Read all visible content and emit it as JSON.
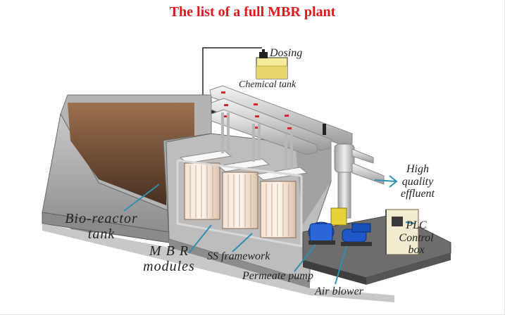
{
  "title": "The list of a full MBR plant",
  "labels": {
    "dosing": "Dosing",
    "chemical_tank": "Chemical tank",
    "bio_reactor_tank_line1": "Bio-reactor",
    "bio_reactor_tank_line2": "tank",
    "mbr_modules_line1": "M B R",
    "mbr_modules_line2": "modules",
    "ss_framework": "SS framework",
    "permeate_pump": "Permeate pump",
    "air_blower": "Air blower",
    "high_quality_effluent_line1": "High",
    "high_quality_effluent_line2": "quality",
    "high_quality_effluent_line3": "effluent",
    "plc_line1": "PLC",
    "plc_line2": "Control",
    "plc_line3": "box"
  },
  "colors": {
    "title": "#e3171b",
    "leader_line": "#2f8fb0",
    "concrete": "#9a9a9a",
    "sludge": "#7a4a2a",
    "pump": "#1f58c8",
    "fitting": "#e8d23a"
  }
}
